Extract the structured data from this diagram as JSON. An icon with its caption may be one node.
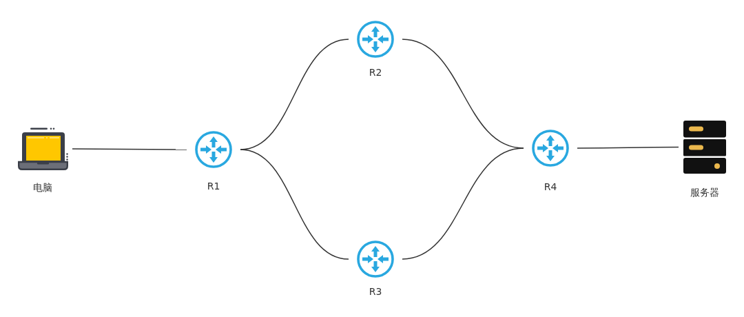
{
  "diagram": {
    "nodes": [
      {
        "text": [
          "电脑"
        ]
      },
      {
        "text": [
          "R1"
        ]
      },
      {
        "text": [
          "R2"
        ]
      },
      {
        "text": [
          "R3"
        ]
      },
      {
        "text": [
          "R4"
        ]
      },
      {
        "text": [
          "服务器"
        ]
      }
    ],
    "edges": [
      {
        "from": 0,
        "to": 1,
        "arrow": "none"
      },
      {
        "from": 1,
        "to": 2,
        "arrow": "none"
      },
      {
        "from": 1,
        "to": 3,
        "arrow": "none"
      },
      {
        "from": 2,
        "to": 4,
        "arrow": "none"
      },
      {
        "from": 3,
        "to": 4,
        "arrow": "none"
      },
      {
        "from": 4,
        "to": 5,
        "arrow": "none"
      }
    ]
  }
}
